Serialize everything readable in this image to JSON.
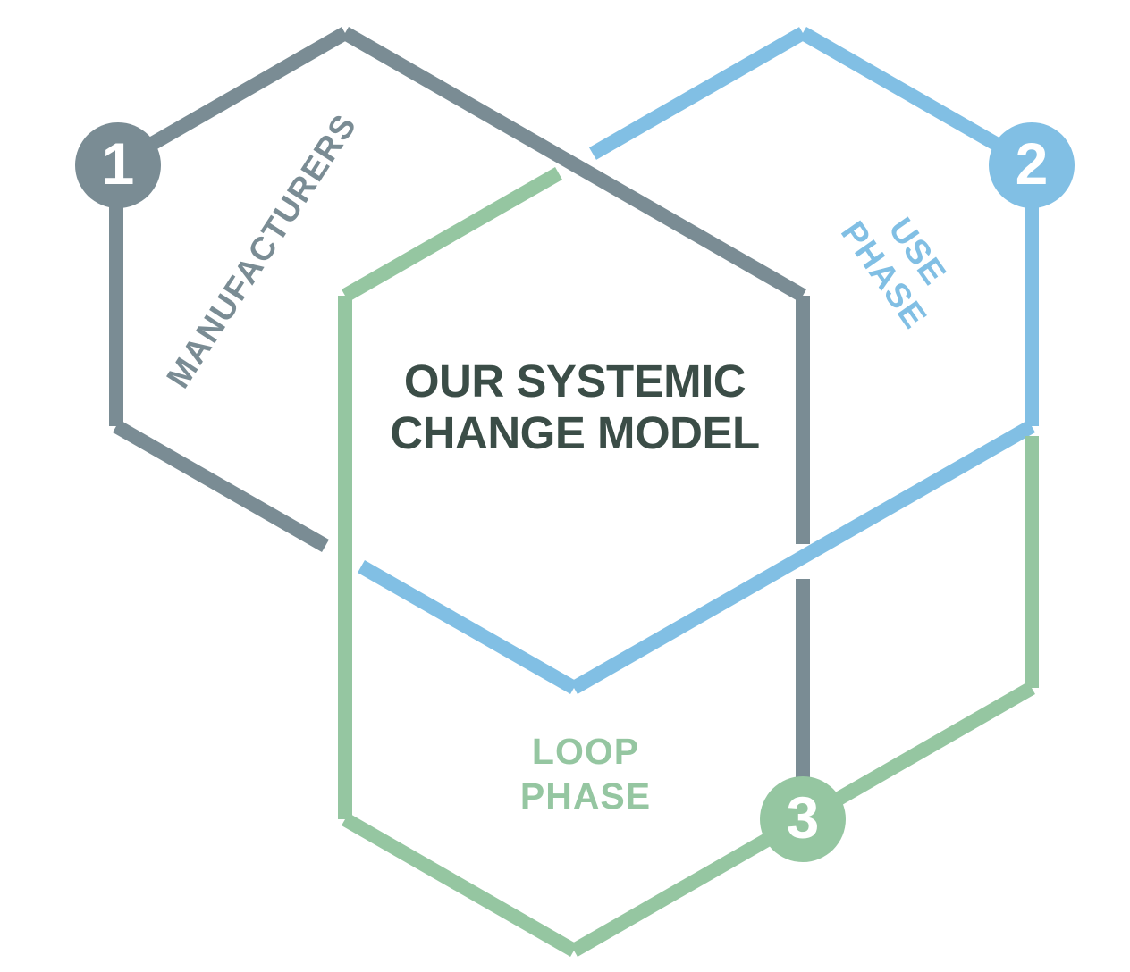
{
  "diagram": {
    "title": {
      "line1": "OUR SYSTEMIC",
      "line2": "CHANGE MODEL"
    },
    "steps": [
      {
        "number": "1",
        "label": "MANUFACTURERS"
      },
      {
        "number": "2",
        "label_line1": "USE",
        "label_line2": "PHASE"
      },
      {
        "number": "3",
        "label_line1": "LOOP",
        "label_line2": "PHASE"
      }
    ],
    "colors": {
      "manufacturers_gray": "#7A8C94",
      "use_phase_blue": "#81BFE4",
      "loop_phase_green": "#95C6A1",
      "title_text": "#3B4D47",
      "number_text": "#FFFFFF",
      "background": "#FFFFFF"
    }
  }
}
